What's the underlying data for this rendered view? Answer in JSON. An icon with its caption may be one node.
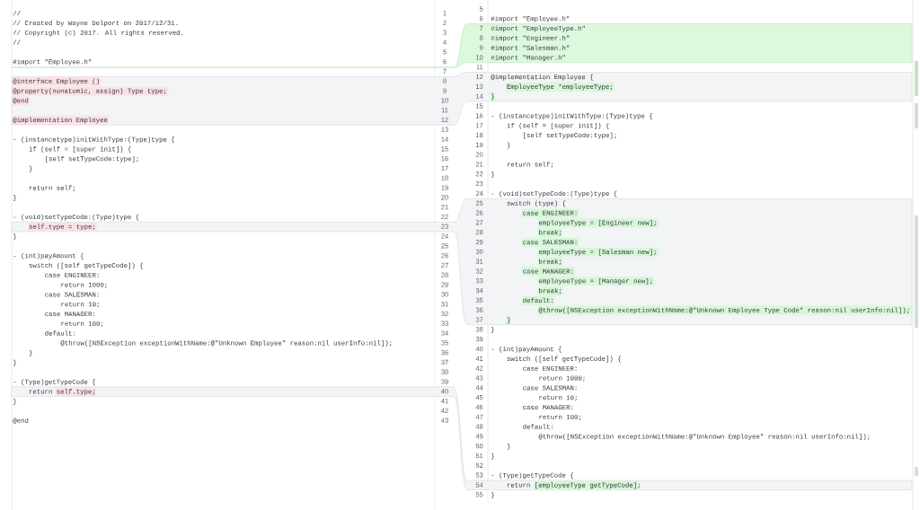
{
  "diagram": {
    "labels": [
      "//",
      "// Created by Wayne Delport on 2017/12/31.",
      "// Copyright (c) 2017. All rights reserved.",
      "//",
      "#import \"Employee.h\"",
      "@interface Employee ()",
      "@property(nonatomic, assign) Type type;",
      "@end",
      "@implementation Employee",
      "- (instancetype)initWithType:(Type)type {",
      "if (self = [super init]) {",
      "[self setTypeCode:type];",
      "}",
      "return self;",
      "}",
      "- (void)setTypeCode:(Type)type {",
      "self.type = type;",
      "}",
      "- (int)payAmount {",
      "switch ([self getTypeCode]) {",
      "case ENGINEER:",
      "return 1000;",
      "case SALESMAN:",
      "return 10;",
      "case MANAGER:",
      "return 100;",
      "default:",
      "@throw([NSException exceptionWithName:@\"Unknown Employee\" reason:nil userInfo:nil]);",
      "}",
      "}",
      "- (Type)getTypeCode {",
      "return self.type;",
      "}",
      "@end",
      "1",
      "2",
      "3",
      "4",
      "5",
      "6",
      "7",
      "8",
      "9",
      "10",
      "11",
      "12",
      "13",
      "14",
      "15",
      "16",
      "17",
      "18",
      "19",
      "20",
      "21",
      "22",
      "23",
      "24",
      "25",
      "26",
      "27",
      "28",
      "29",
      "30",
      "31",
      "32",
      "33",
      "34",
      "35",
      "36",
      "37",
      "38",
      "39",
      "40",
      "41",
      "42",
      "43",
      "5",
      "6",
      "7",
      "8",
      "9",
      "10",
      "11",
      "12",
      "13",
      "14",
      "15",
      "16",
      "17",
      "18",
      "19",
      "20",
      "21",
      "22",
      "23",
      "24",
      "25",
      "26",
      "27",
      "28",
      "29",
      "30",
      "31",
      "32",
      "33",
      "34",
      "35",
      "36",
      "37",
      "38",
      "39",
      "40",
      "41",
      "42",
      "43",
      "44",
      "45",
      "46",
      "47",
      "48",
      "49",
      "50",
      "51",
      "52",
      "53",
      "54",
      "55",
      "#import \"Employee.h\"",
      "#import \"EmployeeType.h\"",
      "#import \"Engineer.h\"",
      "#import \"Salesman.h\"",
      "#import \"Manager.h\"",
      "@implementation Employee {",
      "EmployeeType *employeeType;",
      "}",
      "- (instancetype)initWithType:(Type)type {",
      "if (self = [super init]) {",
      "[self setTypeCode:type];",
      "}",
      "return self;",
      "}",
      "- (void)setTypeCode:(Type)type {",
      "switch (type) {",
      "case ENGINEER:",
      "employeeType = [Engineer new];",
      "break;",
      "case SALESMAN:",
      "employeeType = [Salesman new];",
      "break;",
      "case MANAGER:",
      "employeeType = [Manager new];",
      "break;",
      "default:",
      "@throw([NSException exceptionWithName:@\"Unknown Employee Type Code\" reason:nil userInfo:nil]);",
      "}",
      "}",
      "- (int)payAmount {",
      "switch ([self getTypeCode]) {",
      "case ENGINEER:",
      "return 1000;",
      "case SALESMAN:",
      "return 10;",
      "case MANAGER:",
      "return 100;",
      "default:",
      "@throw([NSException exceptionWithName:@\"Unknown Employee\" reason:nil userInfo:nil]);",
      "}",
      "}",
      "- (Type)getTypeCode {",
      "return [employeeType getTypeCode];",
      "}"
    ]
  }
}
